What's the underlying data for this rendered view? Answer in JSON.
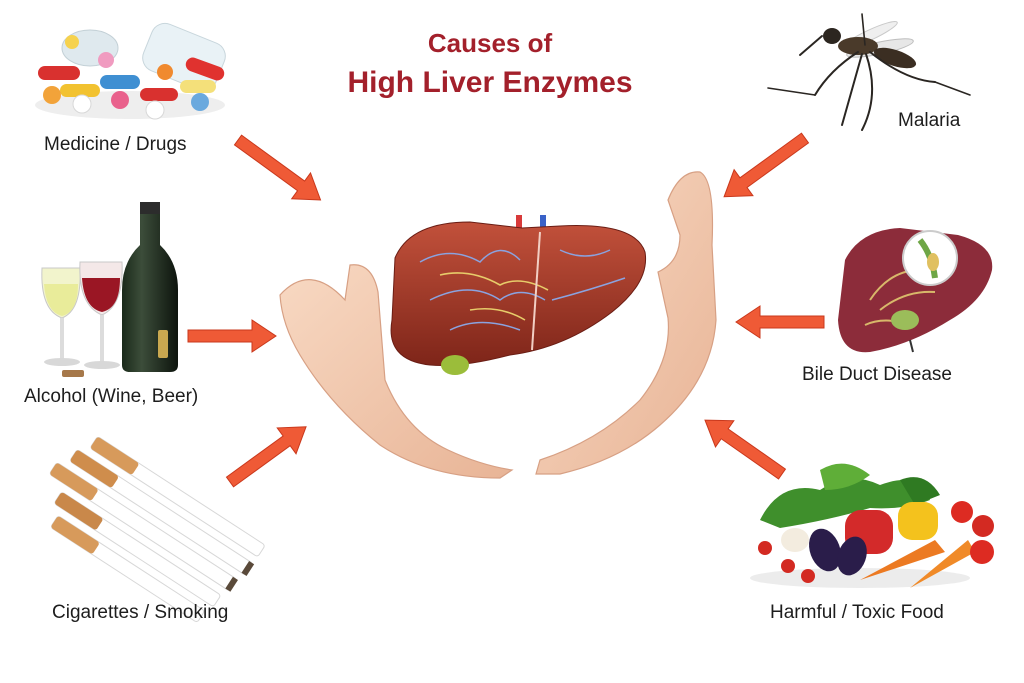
{
  "title": {
    "line1": "Causes of",
    "line2": "High Liver Enzymes"
  },
  "causes": [
    {
      "label": "Medicine / Drugs",
      "icon": "pills-icon"
    },
    {
      "label": "Alcohol (Wine, Beer)",
      "icon": "wine-icon"
    },
    {
      "label": "Cigarettes / Smoking",
      "icon": "cigarettes-icon"
    },
    {
      "label": "Malaria",
      "icon": "mosquito-icon"
    },
    {
      "label": "Bile Duct Disease",
      "icon": "bile-duct-liver-icon"
    },
    {
      "label": "Harmful / Toxic Food",
      "icon": "vegetables-icon"
    }
  ],
  "center": {
    "icon": "liver-in-hands-icon"
  },
  "colors": {
    "title": "#a3202b",
    "arrow": "#ef5a36",
    "liver": "#a83a2a"
  }
}
